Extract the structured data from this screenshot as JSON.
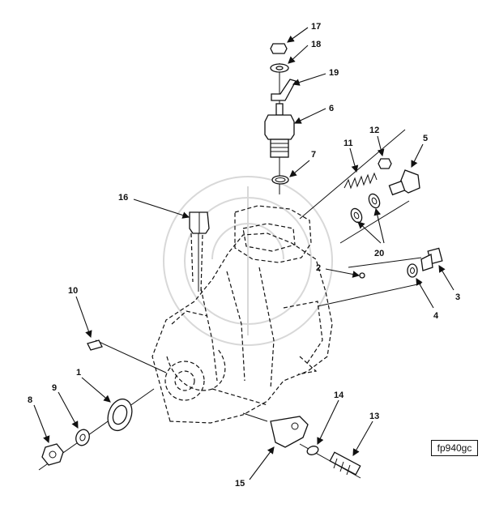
{
  "diagram": {
    "reference_code": "fp940gc",
    "callouts": [
      {
        "id": "c17",
        "label": "17"
      },
      {
        "id": "c18",
        "label": "18"
      },
      {
        "id": "c19",
        "label": "19"
      },
      {
        "id": "c6",
        "label": "6"
      },
      {
        "id": "c12",
        "label": "12"
      },
      {
        "id": "c5",
        "label": "5"
      },
      {
        "id": "c11",
        "label": "11"
      },
      {
        "id": "c7",
        "label": "7"
      },
      {
        "id": "c16",
        "label": "16"
      },
      {
        "id": "c20",
        "label": "20"
      },
      {
        "id": "c2",
        "label": "2"
      },
      {
        "id": "c3",
        "label": "3"
      },
      {
        "id": "c4",
        "label": "4"
      },
      {
        "id": "c10",
        "label": "10"
      },
      {
        "id": "c1",
        "label": "1"
      },
      {
        "id": "c9",
        "label": "9"
      },
      {
        "id": "c8",
        "label": "8"
      },
      {
        "id": "c14",
        "label": "14"
      },
      {
        "id": "c13",
        "label": "13"
      },
      {
        "id": "c15",
        "label": "15"
      }
    ]
  }
}
